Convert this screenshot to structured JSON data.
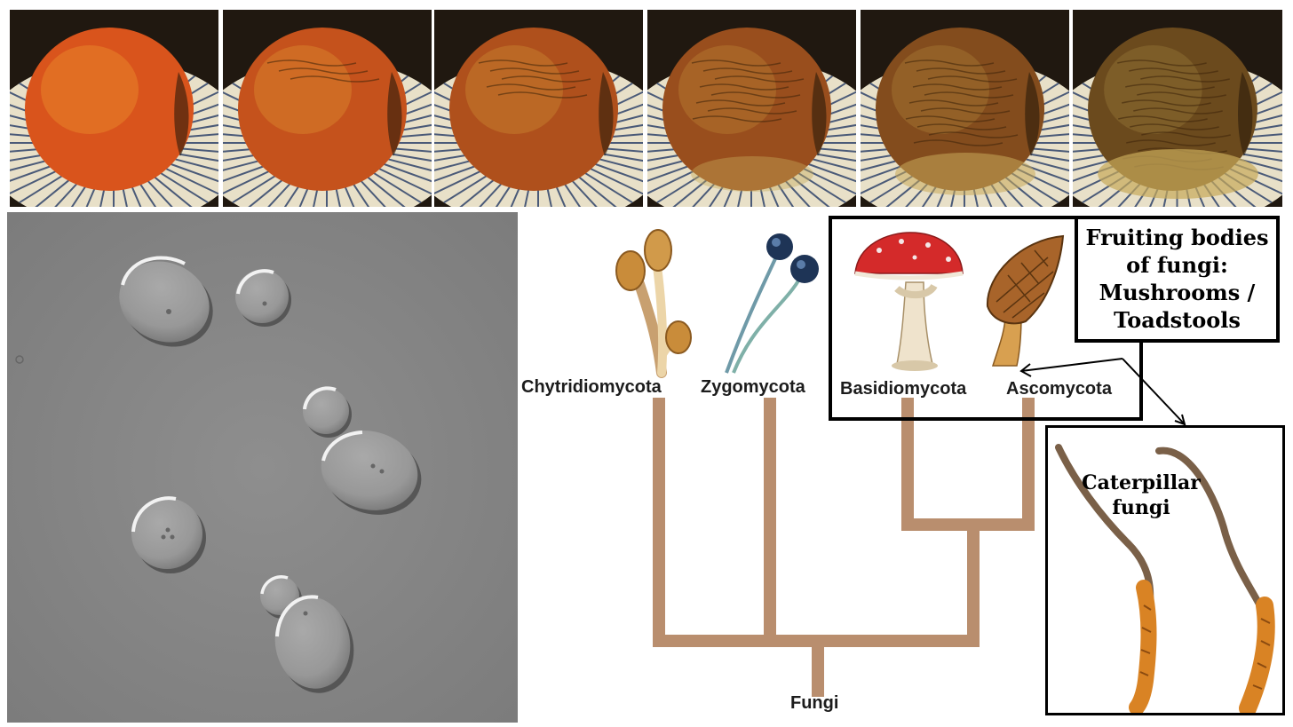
{
  "peach_timelapse": {
    "frames": [
      {
        "label": "",
        "rot": 0.0
      },
      {
        "label": "",
        "rot": 0.18
      },
      {
        "label": "",
        "rot": 0.38
      },
      {
        "label": "",
        "rot": 0.58
      },
      {
        "label": "",
        "rot": 0.78
      },
      {
        "label": "",
        "rot": 1.0
      }
    ]
  },
  "microscopy": {
    "subject": "yeast cells (DIC micrograph)"
  },
  "cladogram": {
    "root": "Fungi",
    "taxa": [
      "Chytridiomycota",
      "Zygomycota",
      "Basidiomycota",
      "Ascomycota"
    ],
    "branch_color": "#b98e6e"
  },
  "callouts": {
    "fruiting_bodies": [
      "Fruiting bodies",
      "of fungi:",
      "Mushrooms /",
      "Toadstools"
    ],
    "caterpillar": [
      "Caterpillar",
      "fungi"
    ]
  },
  "colors": {
    "fresh_peach": "#d9541c",
    "rotten_peach": "#6b4a1d",
    "mushroom_cap": "#d42a2a",
    "morel": "#9a5a26",
    "cordyceps": "#d98324"
  }
}
